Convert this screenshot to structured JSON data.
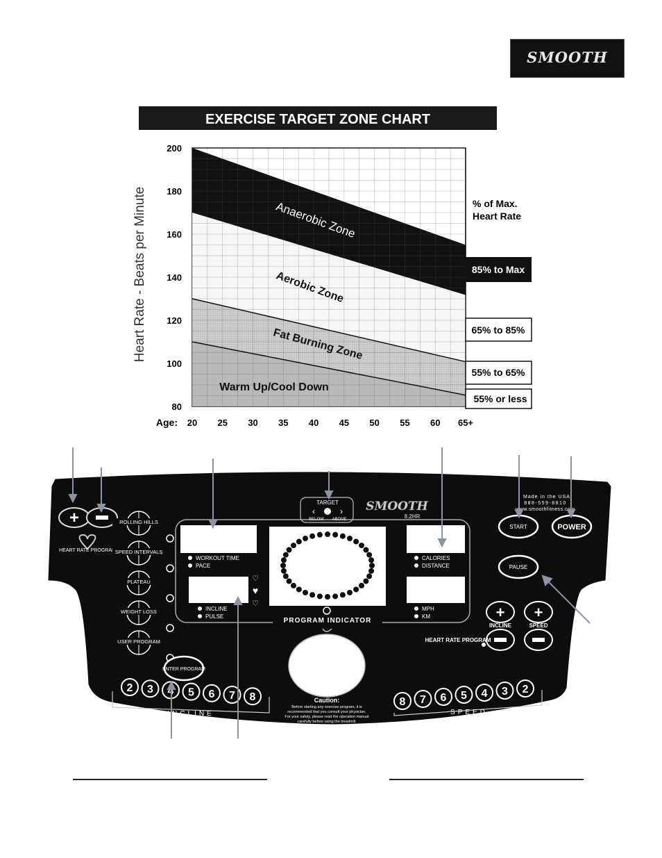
{
  "logo": {
    "text": "SMOOTH"
  },
  "chart_data": {
    "type": "area",
    "title": "EXERCISE TARGET ZONE CHART",
    "ylabel": "Heart Rate - Beats per Minute",
    "xlabel": "Age:",
    "ylim": [
      80,
      200
    ],
    "yticks": [
      "200",
      "180",
      "160",
      "140",
      "120",
      "100",
      "80"
    ],
    "x": [
      "20",
      "25",
      "30",
      "35",
      "40",
      "45",
      "50",
      "55",
      "60",
      "65+"
    ],
    "max_heart_rate": [
      200,
      195,
      190,
      185,
      180,
      175,
      170,
      165,
      160,
      155
    ],
    "zones": [
      {
        "name": "Anaerobic Zone",
        "pct_label": "85% to Max",
        "lower": [
          170,
          165.75,
          161.5,
          157.25,
          153,
          148.75,
          144.5,
          140.25,
          136,
          131.75
        ]
      },
      {
        "name": "Aerobic Zone",
        "pct_label": "65% to 85%",
        "lower": [
          130,
          126.75,
          123.5,
          120.25,
          117,
          113.75,
          110.5,
          107.25,
          104,
          100.75
        ]
      },
      {
        "name": "Fat Burning Zone",
        "pct_label": "55% to 65%",
        "lower": [
          110,
          107.25,
          104.5,
          101.75,
          99,
          96.25,
          93.5,
          90.75,
          88,
          85.25
        ]
      },
      {
        "name": "Warm Up/Cool Down",
        "pct_label": "55% or less"
      }
    ],
    "side_header": [
      "% of Max.",
      "Heart Rate"
    ],
    "grid": true
  },
  "console": {
    "target": {
      "label": "TARGET",
      "below": "BELOW",
      "above": "ABOVE"
    },
    "brand": "SMOOTH",
    "brand_sub": "8.2HR",
    "made_in": "Made in the USA",
    "phone": "888-559-8810",
    "website": "www.smoothfitness.com",
    "buttons": {
      "start": "START",
      "power": "POWER",
      "pause": "PAUSE",
      "enter": "ENTER PROGRAM"
    },
    "hr_program_left": "HEART RATE PROGRAM",
    "hr_program_right": "HEART RATE PROGRAM",
    "programs": [
      "ROLLING HILLS",
      "SPEED INTERVALS",
      "PLATEAU",
      "WEIGHT LOSS",
      "USER PROGRAM"
    ],
    "displays": {
      "left_top": [
        "WORKOUT TIME",
        "PACE"
      ],
      "left_bottom": [
        "INCLINE",
        "PULSE"
      ],
      "right_top": [
        "CALORIES",
        "DISTANCE"
      ],
      "right_bottom": [
        "MPH",
        "KM"
      ]
    },
    "program_indicator": "PROGRAM INDICATOR",
    "incline_label": "INCLINE",
    "speed_label": "SPEED",
    "incline_keys": [
      "2",
      "3",
      "4",
      "5",
      "6",
      "7",
      "8"
    ],
    "speed_keys": [
      "8",
      "7",
      "6",
      "5",
      "4",
      "3",
      "2"
    ],
    "incline_strip_label": "INCLINE",
    "speed_strip_label": "SPEED",
    "caution": {
      "title": "Caution:",
      "lines": [
        "Before starting any exercise program, it is",
        "recommended that you consult your physician.",
        "For your safety, please read the operation manual",
        "carefully before using the treadmill."
      ]
    }
  }
}
